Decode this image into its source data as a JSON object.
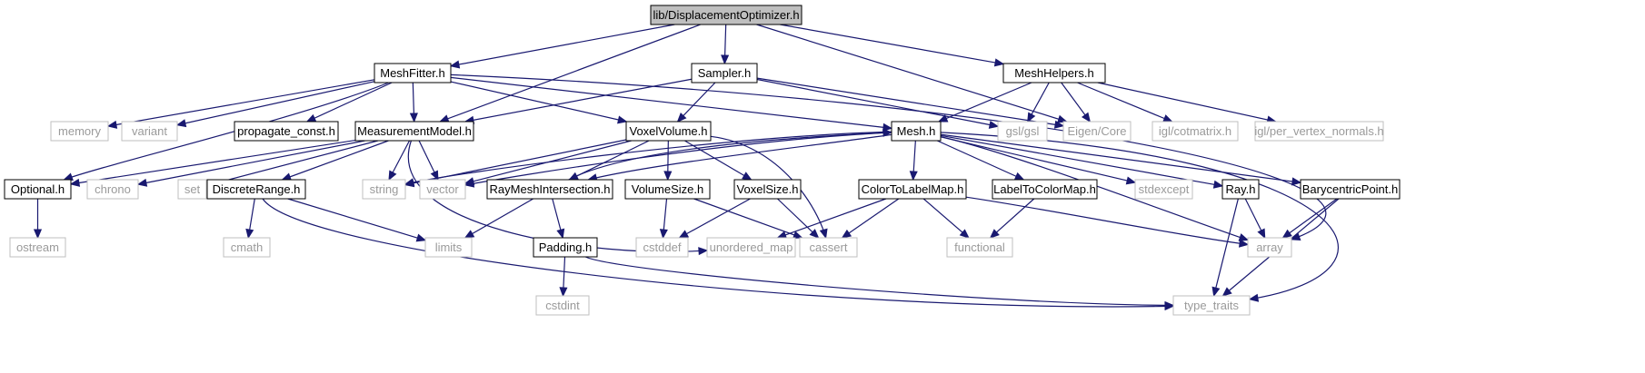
{
  "diagram": {
    "nodes": [
      {
        "id": "root",
        "label": "lib/DisplacementOptimizer.h",
        "kind": "root"
      },
      {
        "id": "mf",
        "label": "MeshFitter.h",
        "kind": "local"
      },
      {
        "id": "smp",
        "label": "Sampler.h",
        "kind": "local"
      },
      {
        "id": "mh",
        "label": "MeshHelpers.h",
        "kind": "local"
      },
      {
        "id": "mem",
        "label": "memory",
        "kind": "system"
      },
      {
        "id": "var",
        "label": "variant",
        "kind": "system"
      },
      {
        "id": "pc",
        "label": "propagate_const.h",
        "kind": "local"
      },
      {
        "id": "mm",
        "label": "MeasurementModel.h",
        "kind": "local"
      },
      {
        "id": "vv",
        "label": "VoxelVolume.h",
        "kind": "local"
      },
      {
        "id": "mesh",
        "label": "Mesh.h",
        "kind": "local"
      },
      {
        "id": "gsl",
        "label": "gsl/gsl",
        "kind": "system"
      },
      {
        "id": "eigen",
        "label": "Eigen/Core",
        "kind": "system"
      },
      {
        "id": "cot",
        "label": "igl/cotmatrix.h",
        "kind": "system"
      },
      {
        "id": "pvn",
        "label": "igl/per_vertex_normals.h",
        "kind": "system"
      },
      {
        "id": "opt",
        "label": "Optional.h",
        "kind": "local"
      },
      {
        "id": "chrono",
        "label": "chrono",
        "kind": "system"
      },
      {
        "id": "set",
        "label": "set",
        "kind": "system"
      },
      {
        "id": "dr",
        "label": "DiscreteRange.h",
        "kind": "local"
      },
      {
        "id": "str",
        "label": "string",
        "kind": "system"
      },
      {
        "id": "vec",
        "label": "vector",
        "kind": "system"
      },
      {
        "id": "rmi",
        "label": "RayMeshIntersection.h",
        "kind": "local"
      },
      {
        "id": "vs",
        "label": "VolumeSize.h",
        "kind": "local"
      },
      {
        "id": "vxs",
        "label": "VoxelSize.h",
        "kind": "local"
      },
      {
        "id": "ctl",
        "label": "ColorToLabelMap.h",
        "kind": "local"
      },
      {
        "id": "ltc",
        "label": "LabelToColorMap.h",
        "kind": "local"
      },
      {
        "id": "stdex",
        "label": "stdexcept",
        "kind": "system"
      },
      {
        "id": "ray",
        "label": "Ray.h",
        "kind": "local"
      },
      {
        "id": "bary",
        "label": "BarycentricPoint.h",
        "kind": "local"
      },
      {
        "id": "ostr",
        "label": "ostream",
        "kind": "system"
      },
      {
        "id": "cmath",
        "label": "cmath",
        "kind": "system"
      },
      {
        "id": "limits",
        "label": "limits",
        "kind": "system"
      },
      {
        "id": "pad",
        "label": "Padding.h",
        "kind": "local"
      },
      {
        "id": "cstddef",
        "label": "cstddef",
        "kind": "system"
      },
      {
        "id": "umap",
        "label": "unordered_map",
        "kind": "system"
      },
      {
        "id": "cassert",
        "label": "cassert",
        "kind": "system"
      },
      {
        "id": "func",
        "label": "functional",
        "kind": "system"
      },
      {
        "id": "array",
        "label": "array",
        "kind": "system"
      },
      {
        "id": "cstdint",
        "label": "cstdint",
        "kind": "system"
      },
      {
        "id": "tt",
        "label": "type_traits",
        "kind": "system"
      }
    ],
    "edges": [
      [
        "root",
        "mf"
      ],
      [
        "root",
        "smp"
      ],
      [
        "root",
        "mh"
      ],
      [
        "root",
        "mm"
      ],
      [
        "root",
        "eigen"
      ],
      [
        "mf",
        "mem"
      ],
      [
        "mf",
        "var"
      ],
      [
        "mf",
        "pc"
      ],
      [
        "mf",
        "mm"
      ],
      [
        "mf",
        "vv"
      ],
      [
        "mf",
        "mesh"
      ],
      [
        "mf",
        "opt"
      ],
      [
        "mf",
        "array"
      ],
      [
        "smp",
        "mm"
      ],
      [
        "smp",
        "vv"
      ],
      [
        "smp",
        "gsl"
      ],
      [
        "smp",
        "eigen"
      ],
      [
        "mh",
        "mesh"
      ],
      [
        "mh",
        "gsl"
      ],
      [
        "mh",
        "eigen"
      ],
      [
        "mh",
        "cot"
      ],
      [
        "mh",
        "pvn"
      ],
      [
        "mm",
        "opt"
      ],
      [
        "mm",
        "chrono"
      ],
      [
        "mm",
        "set"
      ],
      [
        "mm",
        "dr"
      ],
      [
        "mm",
        "str"
      ],
      [
        "mm",
        "vec"
      ],
      [
        "mm",
        "umap"
      ],
      [
        "vv",
        "str"
      ],
      [
        "vv",
        "vec"
      ],
      [
        "vv",
        "rmi"
      ],
      [
        "vv",
        "vs"
      ],
      [
        "vv",
        "vxs"
      ],
      [
        "vv",
        "cassert"
      ],
      [
        "mesh",
        "str"
      ],
      [
        "mesh",
        "vec"
      ],
      [
        "mesh",
        "rmi"
      ],
      [
        "mesh",
        "ctl"
      ],
      [
        "mesh",
        "ltc"
      ],
      [
        "mesh",
        "stdex"
      ],
      [
        "mesh",
        "ray"
      ],
      [
        "mesh",
        "bary"
      ],
      [
        "mesh",
        "array"
      ],
      [
        "mesh",
        "tt"
      ],
      [
        "rmi",
        "mesh"
      ],
      [
        "rmi",
        "limits"
      ],
      [
        "rmi",
        "pad"
      ],
      [
        "opt",
        "ostr"
      ],
      [
        "dr",
        "cmath"
      ],
      [
        "dr",
        "limits"
      ],
      [
        "dr",
        "tt"
      ],
      [
        "vs",
        "cstddef"
      ],
      [
        "vs",
        "cassert"
      ],
      [
        "vxs",
        "cstddef"
      ],
      [
        "vxs",
        "cassert"
      ],
      [
        "ctl",
        "umap"
      ],
      [
        "ctl",
        "cassert"
      ],
      [
        "ctl",
        "func"
      ],
      [
        "ctl",
        "array"
      ],
      [
        "ltc",
        "func"
      ],
      [
        "ray",
        "array"
      ],
      [
        "ray",
        "tt"
      ],
      [
        "bary",
        "array"
      ],
      [
        "bary",
        "tt"
      ],
      [
        "pad",
        "cstdint"
      ],
      [
        "pad",
        "tt"
      ]
    ]
  }
}
